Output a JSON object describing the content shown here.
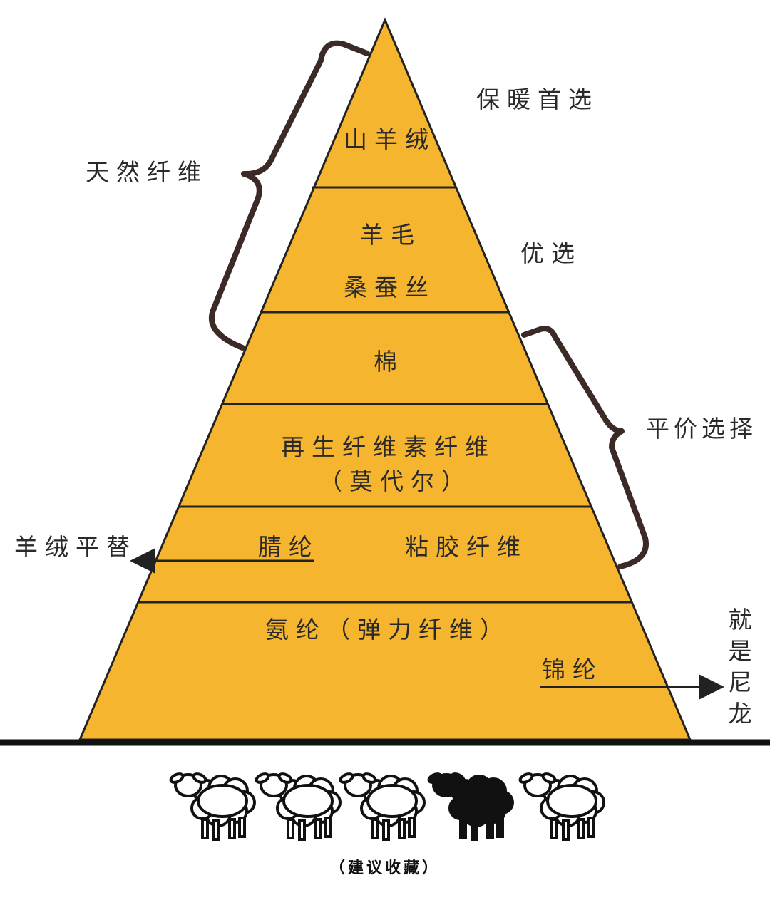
{
  "colors": {
    "pyramid_fill": "#F6B52E",
    "line": "#222222",
    "brace": "#3b2a26",
    "sheep_white": "#ffffff",
    "sheep_black": "#111111"
  },
  "tiers": {
    "t1": "山羊绒",
    "t2a": "羊毛",
    "t2b": "桑蚕丝",
    "t3": "棉",
    "t4a": "再生纤维素纤维",
    "t4b": "（莫代尔）",
    "t5a": "腈纶",
    "t5b": "粘胶纤维",
    "t6a": "氨纶（弹力纤维）",
    "t6b": "锦纶"
  },
  "annotations": {
    "warm_top": "保暖首选",
    "natural_fiber": "天然纤维",
    "preferred": "优选",
    "affordable": "平价选择",
    "cashmere_alt": "羊绒平替",
    "nylon_note": [
      "就",
      "是",
      "尼",
      "龙"
    ]
  },
  "sheep": [
    {
      "icon": "white-sheep-icon"
    },
    {
      "icon": "white-sheep-icon"
    },
    {
      "icon": "white-sheep-icon"
    },
    {
      "icon": "black-sheep-icon"
    },
    {
      "icon": "white-sheep-icon"
    }
  ],
  "footer": "（建议收藏）"
}
